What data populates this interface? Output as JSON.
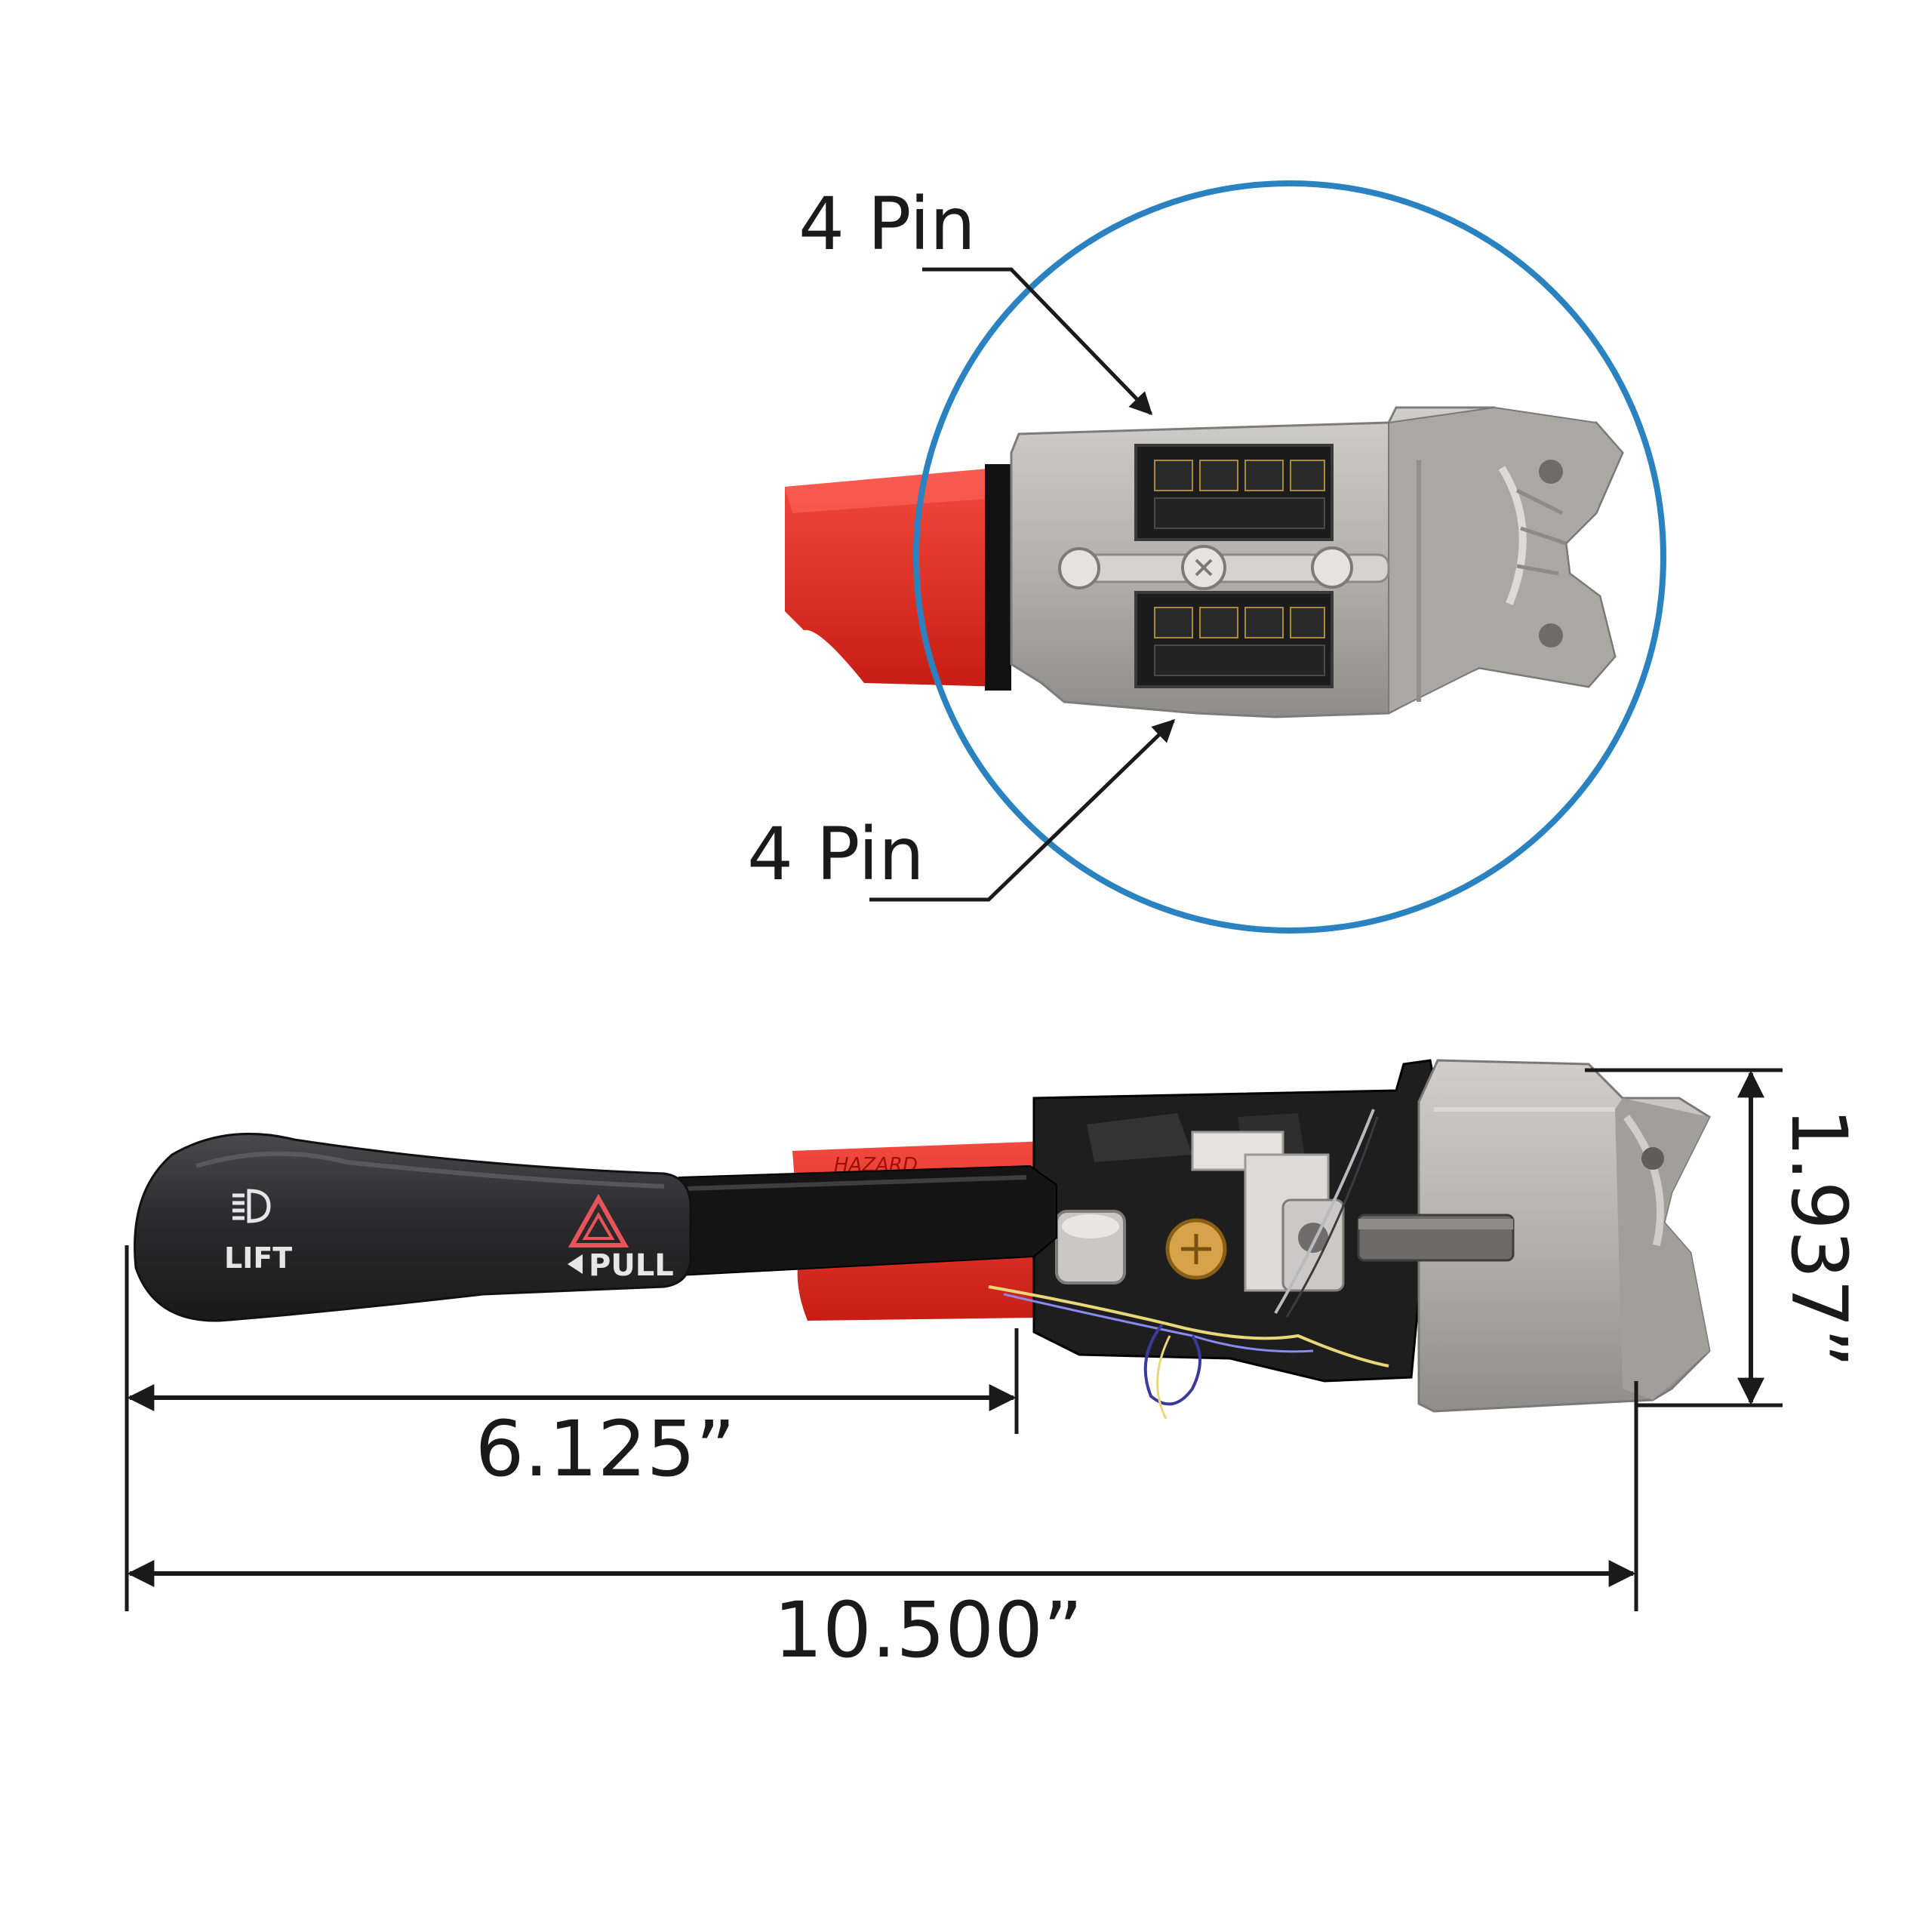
{
  "callouts": {
    "top_pin_label": "4 Pin",
    "bottom_pin_label": "4 Pin"
  },
  "lever": {
    "lift_text": "LIFT",
    "pull_text": "PULL",
    "tag_text": "HAZARD",
    "headlight_icon": "headlight-icon",
    "hazard_icon": "hazard-triangle-icon",
    "pull_arrow_icon": "arrow-left-icon"
  },
  "dimensions": {
    "short_length": "6.125”",
    "overall_length": "10.500”",
    "height": "1.937”"
  },
  "colors": {
    "circle": "#2a83c0",
    "red_tab": "#e8281e",
    "knob": "#2d2d2f",
    "metal": "#b4b3ae",
    "dim_line": "#1a1a1a"
  }
}
